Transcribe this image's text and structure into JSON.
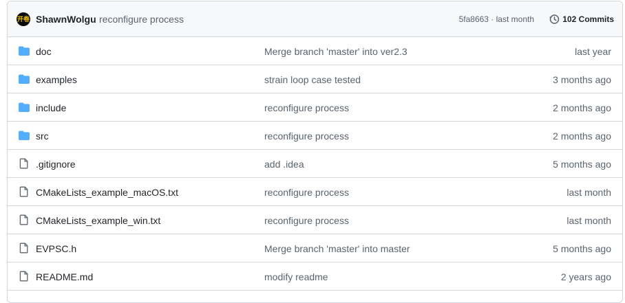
{
  "latest_commit": {
    "avatar_text": "开卷",
    "author": "ShawnWolgu",
    "message": "reconfigure process",
    "sha_time": "5fa8663 · last month",
    "commits_label": "102 Commits"
  },
  "colors": {
    "folder": "#54aeff",
    "border": "#d0d7de",
    "header_bg": "#f6f8fa",
    "muted": "#59636e"
  },
  "files": [
    {
      "name": "doc",
      "type": "folder",
      "icon": "folder-icon",
      "message": "Merge branch 'master' into ver2.3",
      "age": "last year"
    },
    {
      "name": "examples",
      "type": "folder",
      "icon": "folder-icon",
      "message": "strain loop case tested",
      "age": "3 months ago"
    },
    {
      "name": "include",
      "type": "folder",
      "icon": "folder-icon",
      "message": "reconfigure process",
      "age": "2 months ago"
    },
    {
      "name": "src",
      "type": "folder",
      "icon": "folder-icon",
      "message": "reconfigure process",
      "age": "2 months ago"
    },
    {
      "name": ".gitignore",
      "type": "file",
      "icon": "file-icon",
      "message": "add .idea",
      "age": "5 months ago"
    },
    {
      "name": "CMakeLists_example_macOS.txt",
      "type": "file",
      "icon": "file-icon",
      "message": "reconfigure process",
      "age": "last month"
    },
    {
      "name": "CMakeLists_example_win.txt",
      "type": "file",
      "icon": "file-icon",
      "message": "reconfigure process",
      "age": "last month"
    },
    {
      "name": "EVPSC.h",
      "type": "file",
      "icon": "file-icon",
      "message": "Merge branch 'master' into master",
      "age": "5 months ago"
    },
    {
      "name": "README.md",
      "type": "file",
      "icon": "file-icon",
      "message": "modify readme",
      "age": "2 years ago"
    }
  ]
}
